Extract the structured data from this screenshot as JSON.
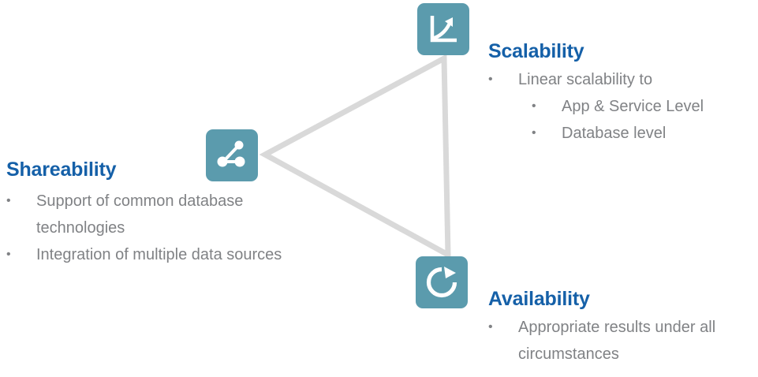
{
  "slide": {
    "background_color": "#FFFFFF",
    "accent_heading_color": "#1560A8",
    "icon_tile_color": "#5B9BAD",
    "body_text_color": "#808285",
    "connector_color": "#D9D9D9"
  },
  "nodes": [
    {
      "id": "scalability",
      "icon_name": "growth-chart-icon",
      "heading": "Scalability",
      "bullets": [
        {
          "level": 1,
          "text": "Linear scalability to"
        },
        {
          "level": 2,
          "text": "App & Service Level"
        },
        {
          "level": 2,
          "text": "Database level"
        }
      ]
    },
    {
      "id": "shareability",
      "icon_name": "share-network-icon",
      "heading": "Shareability",
      "bullets": [
        {
          "level": 1,
          "text": "Support of common database technologies"
        },
        {
          "level": 1,
          "text": "Integration of multiple data sources"
        }
      ]
    },
    {
      "id": "availability",
      "icon_name": "refresh-circular-arrow-icon",
      "heading": "Availability",
      "bullets": [
        {
          "level": 1,
          "text": "Appropriate results under all circumstances"
        }
      ]
    }
  ],
  "bullet_glyph": "•"
}
